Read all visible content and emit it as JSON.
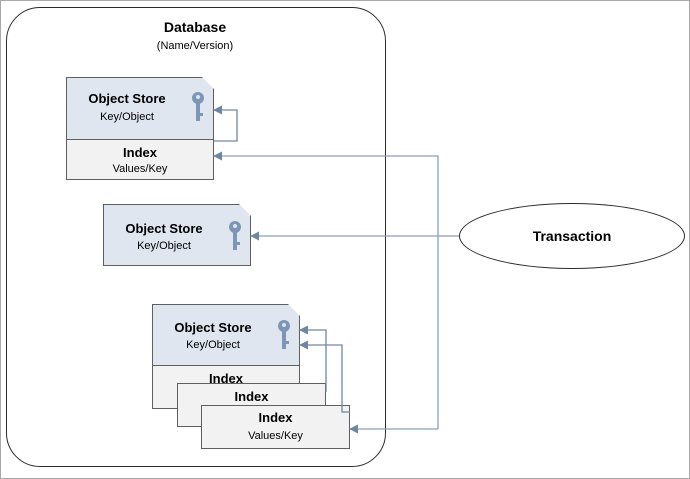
{
  "database": {
    "title": "Database",
    "subtitle": "(Name/Version)"
  },
  "stores": [
    {
      "name": "Object Store",
      "key_object": "Key/Object",
      "icon": "key-icon",
      "index": {
        "name": "Index",
        "values": "Values/Key"
      }
    },
    {
      "name": "Object Store",
      "key_object": "Key/Object",
      "icon": "key-icon"
    },
    {
      "name": "Object Store",
      "key_object": "Key/Object",
      "icon": "key-icon",
      "indexes": [
        {
          "name": "Index"
        },
        {
          "name": "Index"
        },
        {
          "name": "Index",
          "values": "Values/Key"
        }
      ]
    }
  ],
  "transaction": {
    "label": "Transaction"
  },
  "colors": {
    "store_fill": "#dfe6f0",
    "index_fill": "#f2f2f2",
    "connector": "#8aa0b8",
    "key_icon": "#7d96b5",
    "outline": "#2b2b2b"
  }
}
